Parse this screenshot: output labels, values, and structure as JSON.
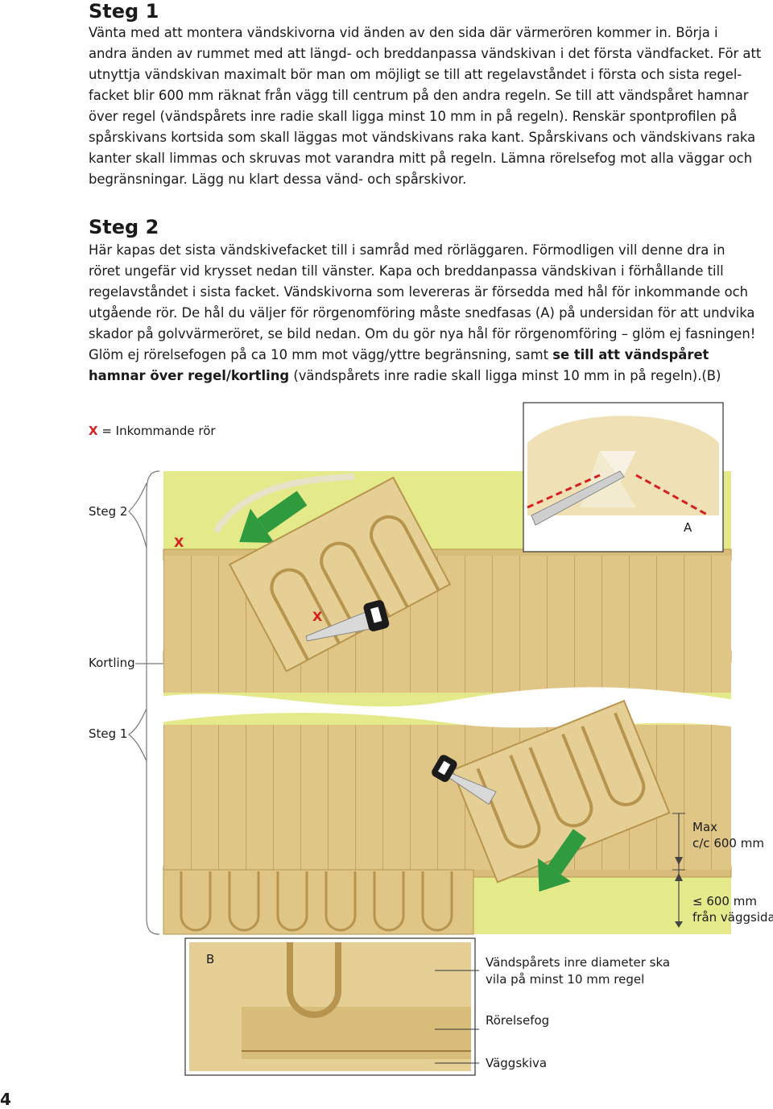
{
  "step1": {
    "heading": "Steg 1",
    "lines": [
      "Vänta med att montera vändskivorna vid änden av den sida där värmerören kommer in. Börja i",
      "andra änden av rummet med att längd- och breddanpassa vändskivan i det första vändfacket. För att",
      "utnyttja vändskivan maximalt bör man om möjligt se till att regelavståndet i första och sista regel-",
      "facket blir 600 mm räknat från vägg till centrum på den andra regeln. Se till att vändspåret hamnar",
      "över regel (vändspårets inre radie skall ligga minst 10 mm in på regeln). Renskär spontprofilen på",
      "spårskivans kortsida som skall läggas mot vändskivans raka kant. Spårskivans och vändskivans raka",
      "kanter skall limmas och skruvas mot varandra mitt på regeln. Lämna rörelsefog mot alla väggar och",
      "begränsningar. Lägg nu klart dessa vänd- och spårskivor."
    ]
  },
  "step2": {
    "heading": "Steg 2",
    "lines": [
      "Här kapas det sista vändskivefacket till i samråd med rörläggaren. Förmodligen vill denne dra in",
      "röret ungefär vid krysset nedan till vänster. Kapa och breddanpassa vändskivan i förhållande till",
      "regelavståndet i sista facket. Vändskivorna som levereras är försedda med hål för inkommande och",
      "utgående rör. De hål du väljer för rörgenomföring måste snedfasas (A) på undersidan för att undvika",
      "skador på golvvärmeröret, se bild nedan. Om du gör nya hål för rörgenomföring – glöm ej fasningen!",
      "Glöm ej rörelsefogen på ca 10 mm mot vägg/yttre begränsning, samt "
    ],
    "bold_a": "se till att vändspåret",
    "bold_b": "hamnar över regel/kortling",
    "last_tail": " (vändspårets inre radie skall ligga minst 10 mm in på regeln).(B)"
  },
  "legend": {
    "marker": "X",
    "text": " = Inkommande rör"
  },
  "labels": {
    "steg2": "Steg 2",
    "kortling": "Kortling",
    "steg1": "Steg 1",
    "a": "A",
    "b": "B",
    "x1": "X",
    "x2": "X",
    "max_line1": "Max",
    "max_line2": "c/c 600 mm",
    "wall_line1": "≤ 600 mm",
    "wall_line2": "från väggsida",
    "detail1_line1": "Vändspårets inre diameter ska",
    "detail1_line2": "vila på minst 10 mm regel",
    "detail2": "Rörelsefog",
    "detail3": "Väggskiva"
  },
  "page_number": "4",
  "colors": {
    "board": "#e2c98c",
    "board_dark": "#c9a866",
    "background_green": "#e4ea8a",
    "arrow_green": "#2f9a3e",
    "marker_red": "#d62020"
  }
}
